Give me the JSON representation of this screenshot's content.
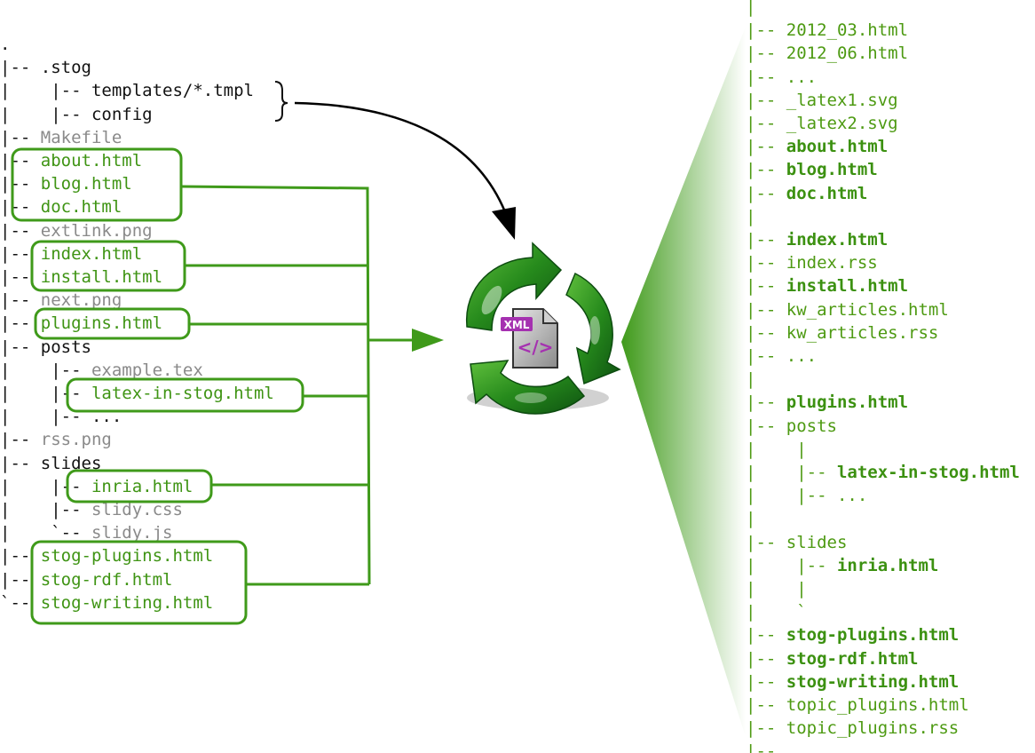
{
  "source_tree": [
    {
      "prefix": ".",
      "name": "",
      "color": "black"
    },
    {
      "prefix": "|-- ",
      "name": ".stog",
      "color": "black"
    },
    {
      "prefix": "|    |-- ",
      "name": "templates/*.tmpl",
      "color": "black"
    },
    {
      "prefix": "|    |-- ",
      "name": "config",
      "color": "black"
    },
    {
      "prefix": "|-- ",
      "name": "Makefile",
      "color": "gray"
    },
    {
      "prefix": "|-- ",
      "name": "about.html",
      "color": "green"
    },
    {
      "prefix": "|-- ",
      "name": "blog.html",
      "color": "green"
    },
    {
      "prefix": "|-- ",
      "name": "doc.html",
      "color": "green"
    },
    {
      "prefix": "|-- ",
      "name": "extlink.png",
      "color": "gray"
    },
    {
      "prefix": "|-- ",
      "name": "index.html",
      "color": "green"
    },
    {
      "prefix": "|-- ",
      "name": "install.html",
      "color": "green"
    },
    {
      "prefix": "|-- ",
      "name": "next.png",
      "color": "gray"
    },
    {
      "prefix": "|-- ",
      "name": "plugins.html",
      "color": "green"
    },
    {
      "prefix": "|-- ",
      "name": "posts",
      "color": "black"
    },
    {
      "prefix": "|    |-- ",
      "name": "example.tex",
      "color": "gray"
    },
    {
      "prefix": "|    |-- ",
      "name": "latex-in-stog.html",
      "color": "green"
    },
    {
      "prefix": "|    |-- ",
      "name": "...",
      "color": "black"
    },
    {
      "prefix": "|-- ",
      "name": "rss.png",
      "color": "gray"
    },
    {
      "prefix": "|-- ",
      "name": "slides",
      "color": "black"
    },
    {
      "prefix": "|    |-- ",
      "name": "inria.html",
      "color": "green"
    },
    {
      "prefix": "|    |-- ",
      "name": "slidy.css",
      "color": "gray"
    },
    {
      "prefix": "|    `-- ",
      "name": "slidy.js",
      "color": "gray"
    },
    {
      "prefix": "|-- ",
      "name": "stog-plugins.html",
      "color": "green"
    },
    {
      "prefix": "|-- ",
      "name": "stog-rdf.html",
      "color": "green"
    },
    {
      "prefix": "`-- ",
      "name": "stog-writing.html",
      "color": "green"
    }
  ],
  "output_tree": [
    {
      "prefix": "|",
      "name": "",
      "style": "light"
    },
    {
      "prefix": "|-- ",
      "name": "2012_03.html",
      "style": "light"
    },
    {
      "prefix": "|-- ",
      "name": "2012_06.html",
      "style": "light"
    },
    {
      "prefix": "|-- ",
      "name": "...",
      "style": "light"
    },
    {
      "prefix": "|-- ",
      "name": "_latex1.svg",
      "style": "light"
    },
    {
      "prefix": "|-- ",
      "name": "_latex2.svg",
      "style": "light"
    },
    {
      "prefix": "|-- ",
      "name": "about.html",
      "style": "bold"
    },
    {
      "prefix": "|-- ",
      "name": "blog.html",
      "style": "bold"
    },
    {
      "prefix": "|-- ",
      "name": "doc.html",
      "style": "bold"
    },
    {
      "prefix": "|",
      "name": "",
      "style": "light"
    },
    {
      "prefix": "|-- ",
      "name": "index.html",
      "style": "bold"
    },
    {
      "prefix": "|-- ",
      "name": "index.rss",
      "style": "light"
    },
    {
      "prefix": "|-- ",
      "name": "install.html",
      "style": "bold"
    },
    {
      "prefix": "|-- ",
      "name": "kw_articles.html",
      "style": "light"
    },
    {
      "prefix": "|-- ",
      "name": "kw_articles.rss",
      "style": "light"
    },
    {
      "prefix": "|-- ",
      "name": "...",
      "style": "light"
    },
    {
      "prefix": "|",
      "name": "",
      "style": "light"
    },
    {
      "prefix": "|-- ",
      "name": "plugins.html",
      "style": "bold"
    },
    {
      "prefix": "|-- ",
      "name": "posts",
      "style": "light"
    },
    {
      "prefix": "|    |",
      "name": "",
      "style": "light"
    },
    {
      "prefix": "|    |-- ",
      "name": "latex-in-stog.html",
      "style": "bold"
    },
    {
      "prefix": "|    |-- ",
      "name": "...",
      "style": "light"
    },
    {
      "prefix": "|",
      "name": "",
      "style": "light"
    },
    {
      "prefix": "|-- ",
      "name": "slides",
      "style": "light"
    },
    {
      "prefix": "|    |-- ",
      "name": "inria.html",
      "style": "bold"
    },
    {
      "prefix": "|    |",
      "name": "",
      "style": "light"
    },
    {
      "prefix": "|    `",
      "name": "",
      "style": "light"
    },
    {
      "prefix": "|-- ",
      "name": "stog-plugins.html",
      "style": "bold"
    },
    {
      "prefix": "|-- ",
      "name": "stog-rdf.html",
      "style": "bold"
    },
    {
      "prefix": "|-- ",
      "name": "stog-writing.html",
      "style": "bold"
    },
    {
      "prefix": "|-- ",
      "name": "topic_plugins.html",
      "style": "light"
    },
    {
      "prefix": "|-- ",
      "name": "topic_plugins.rss",
      "style": "light"
    },
    {
      "prefix": "|-- ",
      "name": "...",
      "style": "light"
    }
  ],
  "logo": {
    "badge_text": "XML",
    "code_glyph": "</>",
    "icon": "recycle-arrows-xml-file-icon"
  },
  "colors": {
    "green_line": "#3f9a1a",
    "arrow_dark": "#1f6d14",
    "arrow_light": "#4eaa3a",
    "badge": "#a531b0",
    "file_gray": "#9c9c9c"
  }
}
